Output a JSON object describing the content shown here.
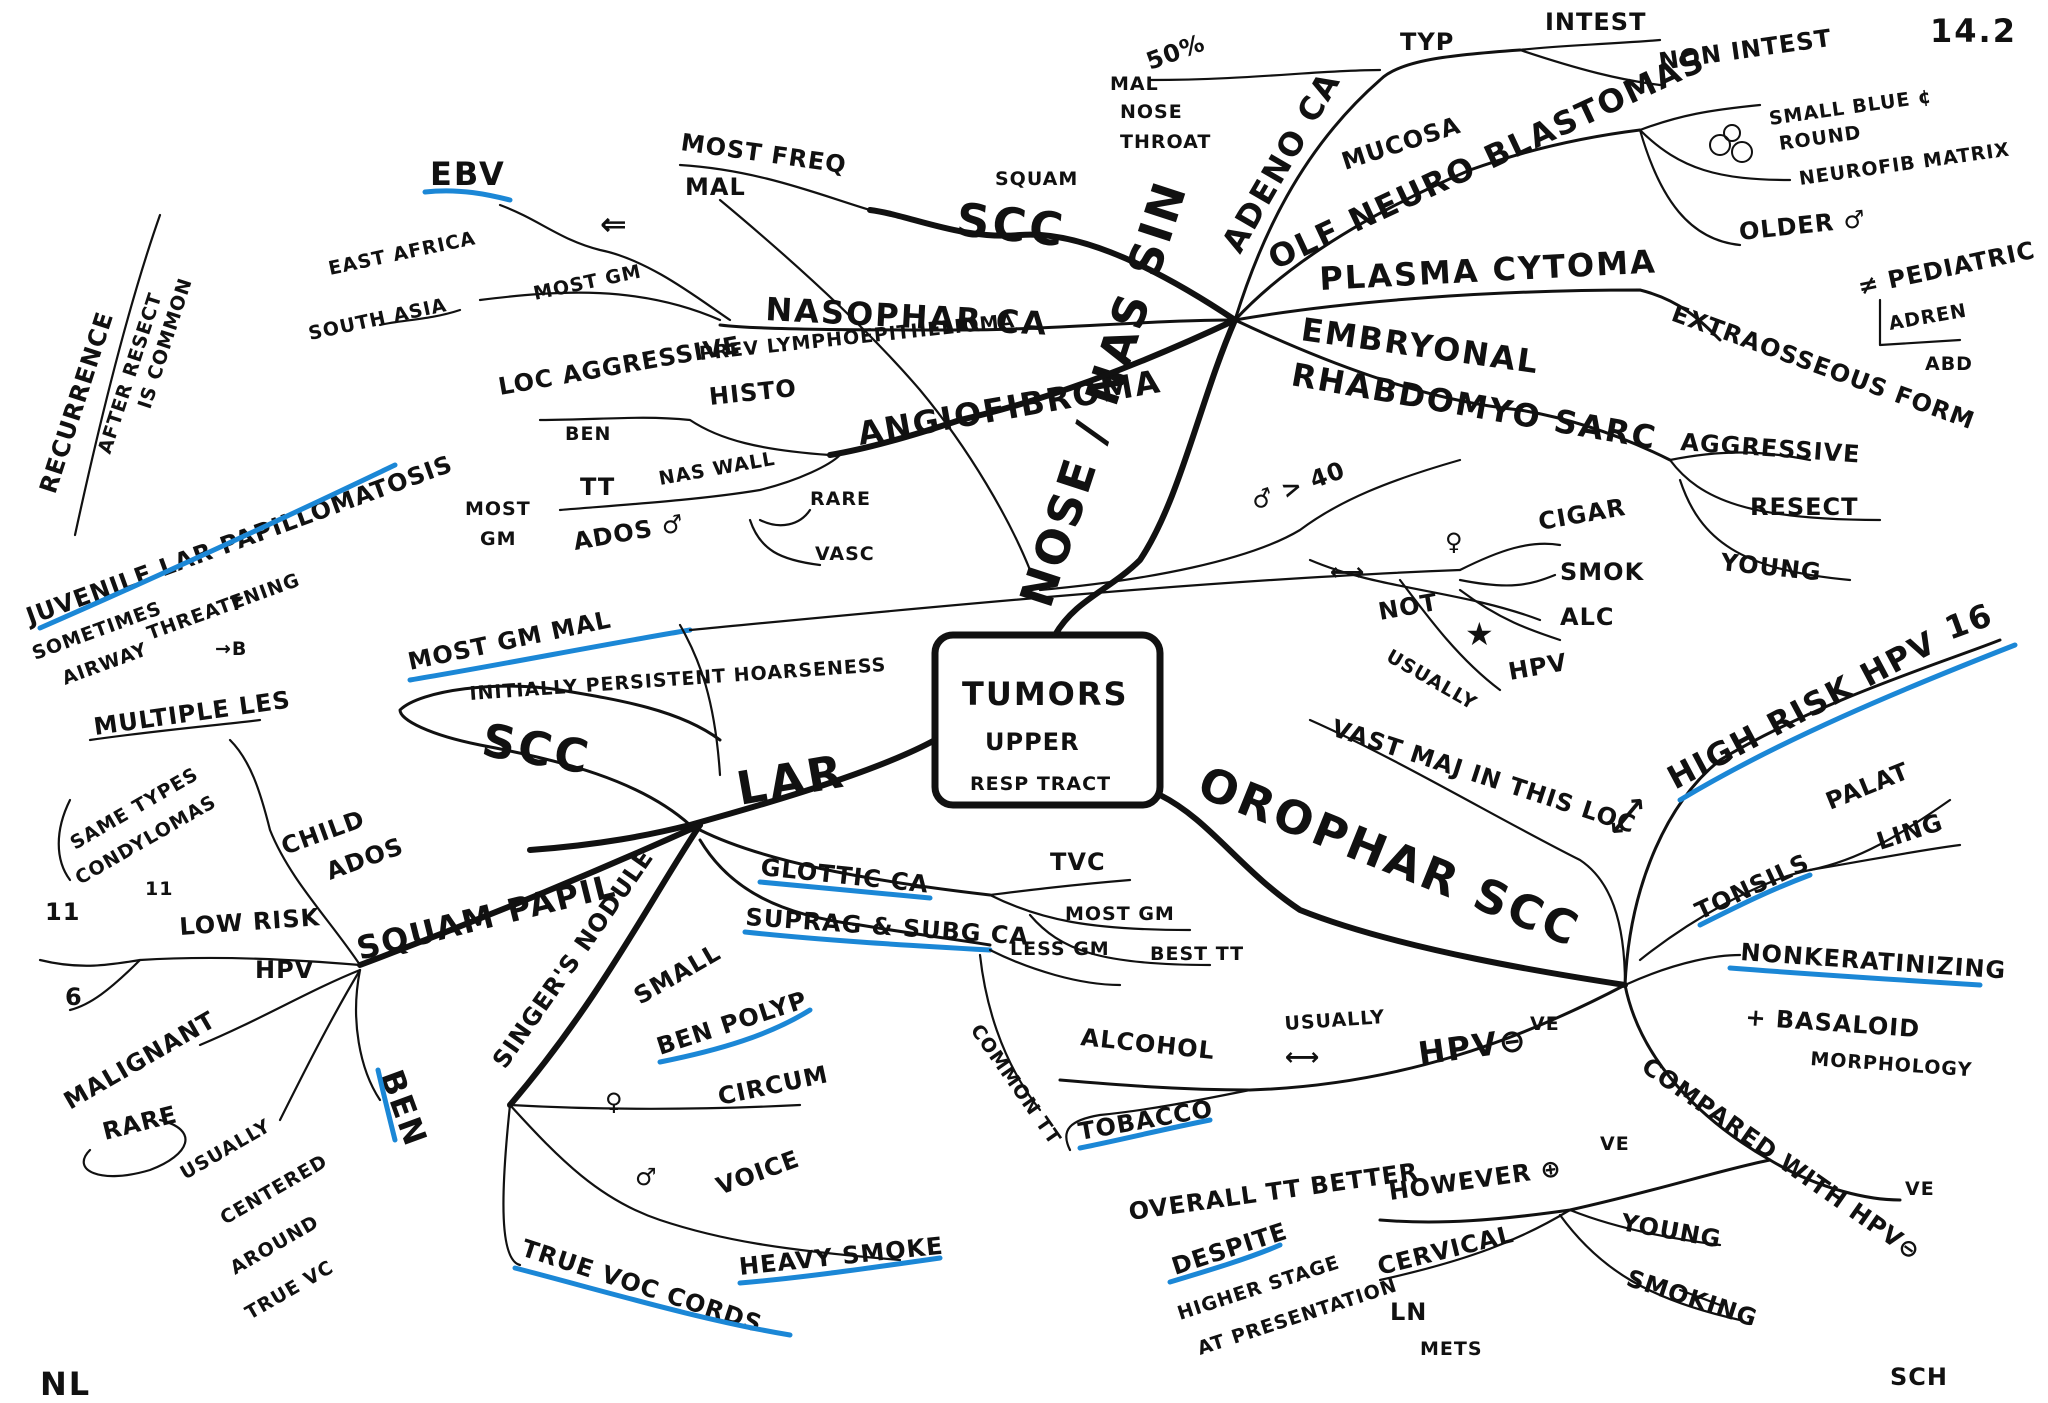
{
  "page_number": "14.2",
  "initials_left": "NL",
  "initials_right": "SCH",
  "highlight_color": "#1b87d6",
  "ink_color": "#111111",
  "center": {
    "line1": "TUMORS",
    "line2": "UPPER",
    "line3": "RESP TRACT"
  },
  "nose": {
    "title": "NOSE / NAS SIN",
    "scc": {
      "label": "SCC",
      "squam": "SQUAM",
      "most_freq": "MOST FREQ",
      "mal": "MAL",
      "pct": "50%",
      "mal_nose": "MAL",
      "nose": "NOSE",
      "throat": "THROAT"
    },
    "adeno": {
      "label": "ADENO CA",
      "typ": "TYP",
      "intest": "INTEST",
      "non_intest": "NON INTEST"
    },
    "olf": {
      "label": "OLF NEURO BLASTOMAS",
      "mucosa": "MUCOSA",
      "cells": "SMALL BLUE ¢",
      "round": "ROUND",
      "neurofib": "NEUROFIB MATRIX",
      "older": "OLDER ♂",
      "pediatric": "≠ PEDIATRIC",
      "adren": "ADREN",
      "abd": "ABD"
    },
    "plasma": {
      "label": "PLASMA CYTOMA",
      "extra": "EXTRAOSSEOUS FORM"
    },
    "rhabdo": {
      "label1": "EMBRYONAL",
      "label2": "RHABDOMYO SARC",
      "aggressive": "AGGRESSIVE",
      "resect": "RESECT",
      "young": "YOUNG"
    },
    "nasophar": {
      "label": "NASOPHAR CA",
      "ebv": "EBV",
      "east_africa": "EAST AFRICA",
      "south_asia": "SOUTH ASIA",
      "most_gm": "MOST GM",
      "lympho": "PREV LYMPHOEPITHELIOMA"
    },
    "angio": {
      "label": "ANGIOFIBROMA",
      "loc_aggr": "LOC AGGRESSIVE",
      "histo": "HISTO",
      "ben": "BEN",
      "tt": "TT",
      "nas_wall": "NAS WALL",
      "ados": "ADOS ♂",
      "most_gm": "MOST GM",
      "rare": "RARE",
      "vasc": "VASC"
    },
    "risk": {
      "male": "♂ > 40",
      "female_sign": "♀",
      "cigar": "CIGAR",
      "smok": "SMOK",
      "alc": "ALC",
      "not": "NOT",
      "hpv": "HPV",
      "usually": "USUALLY",
      "arrow": "⟷"
    }
  },
  "lar": {
    "title": "LAR",
    "scc": {
      "label": "SCC",
      "most_gm_mal": "MOST GM MAL",
      "initially": "INITIALLY PERSISTENT HOARSENESS"
    },
    "glottic": {
      "label": "GLOTTIC CA",
      "tvc": "TVC",
      "most_gm": "MOST GM",
      "best_tt": "BEST TT"
    },
    "supra": {
      "label": "SUPRAG & SUBG CA",
      "less_gm": "LESS GM",
      "common_tt": "COMMON TT"
    },
    "singers": {
      "label": "SINGER'S NODULE",
      "small": "SMALL",
      "ben_polyp": "BEN POLYP",
      "circum": "CIRCUM",
      "voice": "VOICE",
      "heavy_smoke": "HEAVY SMOKE",
      "true_voc": "TRUE VOC CORDS",
      "female": "♀",
      "male": "♂"
    },
    "squam_papil": {
      "label": "SQUAM PAPIL",
      "low_risk": "LOW RISK",
      "hpv": "HPV",
      "n11": "11",
      "n6": "6",
      "child": "CHILD",
      "ados": "ADOS",
      "same_types": "SAME TYPES",
      "condylomas": "CONDYLOMAS",
      "ditto": "11",
      "multiple": "MULTIPLE LES",
      "malignant": "MALIGNANT",
      "rare": "RARE",
      "ben": "BEN",
      "usually": "USUALLY",
      "centered": "CENTERED",
      "around": "AROUND",
      "true_vc": "TRUE VC"
    },
    "juvenile": {
      "label": "JUVENILE LAR PAPILLOMATOSIS",
      "sometimes": "SOMETIMES",
      "airway": "AIRWAY",
      "threatening": "THREATENING",
      "tree": "T",
      "b": "→B",
      "recurrence": "RECURRENCE",
      "after_resect": "AFTER RESECT",
      "is_common": "IS COMMON"
    }
  },
  "orophar": {
    "title": "OROPHAR SCC",
    "vast": "VAST MAJ IN THIS LOC",
    "hpv_pos": {
      "label": "HIGH RISK HPV",
      "type": "16"
    },
    "tonsils": "TONSILS",
    "palat": "PALAT",
    "ling": "LING",
    "nonker": "NONKERATINIZING",
    "basaloid": "+ BASALOID",
    "morphology": "MORPHOLOGY",
    "alcohol": "ALCOHOL",
    "tobacco": "TOBACCO",
    "usually": "USUALLY",
    "hpv_neg": "HPV⊖",
    "ve": "VE",
    "compared": "COMPARED WITH HPV⊖",
    "overall": "OVERALL TT BETTER",
    "however": "HOWEVER ⊕",
    "despite": "DESPITE",
    "higher_stage": "HIGHER STAGE",
    "at_present": "AT PRESENTATION",
    "cervical": "CERVICAL",
    "ln_mets": "LN",
    "mets": "METS",
    "young": "YOUNG",
    "smoking": "SMOKING"
  }
}
